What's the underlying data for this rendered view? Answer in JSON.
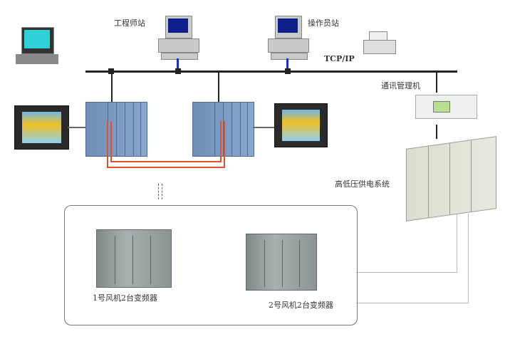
{
  "labels": {
    "engineer_station": "工程师站",
    "operator_station": "操作员站",
    "network": "TCP/IP",
    "comm_manager": "通讯管理机",
    "power_system": "高低压供电系统",
    "vfd1": "1号风机2台变频器",
    "vfd2": "2号风机2台变频器"
  },
  "colors": {
    "cable": "#e0502a",
    "bus": "#222222",
    "connector": "#2030c0"
  }
}
